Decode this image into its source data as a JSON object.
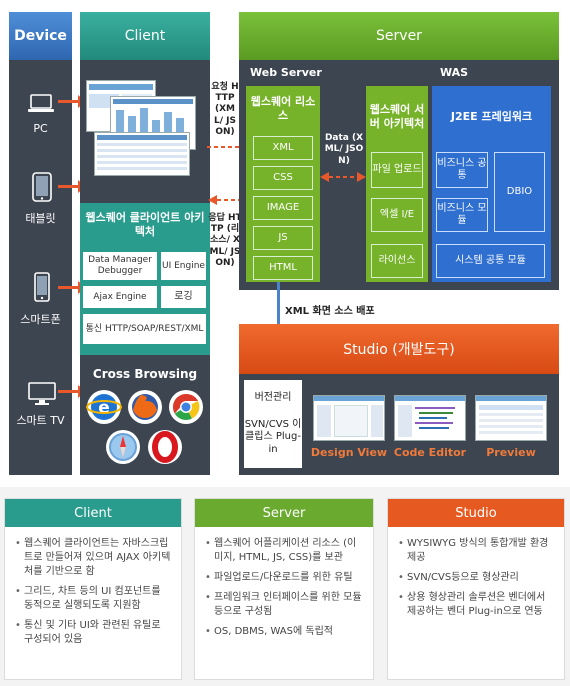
{
  "columns": {
    "device": "Device",
    "client": "Client",
    "server": "Server"
  },
  "devices": [
    "PC",
    "태블릿",
    "스마트폰",
    "스마트 TV"
  ],
  "client": {
    "architecture_title": "웹스퀘어 클라이언트 아키텍처",
    "modules": {
      "dm_debugger": "Data Manager Debugger",
      "ui_engine": "UI Engine",
      "ajax_engine": "Ajax Engine",
      "logging": "로깅",
      "comm": "통신 HTTP/SOAP/REST/XML"
    },
    "cross_browsing": "Cross Browsing"
  },
  "flows": {
    "request": "요청 HTTP (XML/ JSON)",
    "response": "응답 HTTP (리소스/ XML/ JSON)",
    "data": "Data (XML/ JSON)",
    "deploy": "XML 화면 소스 배포"
  },
  "server": {
    "web_server": "Web Server",
    "was": "WAS",
    "resources_title": "웹스퀘어 리소스",
    "resources": [
      "XML",
      "CSS",
      "IMAGE",
      "JS",
      "HTML"
    ],
    "server_arch_title": "웹스퀘어 서버 아키텍처",
    "server_arch_items": [
      "파일 업로드",
      "엑셀 I/E",
      "라이선스"
    ],
    "j2ee_title": "J2EE 프레임워크",
    "j2ee_items": {
      "biz_common": "비즈니스 공통",
      "biz_module": "비즈니스 모듈",
      "dbio": "DBIO",
      "sys_common": "시스템 공통 모듈"
    }
  },
  "studio": {
    "title": "Studio (개발도구)",
    "version_control": "버전관리",
    "vc_detail": "SVN/CVS 이클립스 Plug-in",
    "views": [
      "Design View",
      "Code Editor",
      "Preview"
    ]
  },
  "cards": [
    {
      "title": "Client",
      "items": [
        "웹스퀘어 클라이언트는 자바스크립트로 만들어져 있으며 AJAX 아키텍처를 기반으로 함",
        "그리드, 차트 등의 UI 컴포넌트를 동적으로 실행되도록 지원함",
        "통신 및 기타 UI와 관련된 유틸로 구성되어 있음"
      ]
    },
    {
      "title": "Server",
      "items": [
        "웹스퀘어 어플리케이션 리소스 (이미지, HTML, JS, CSS)를 보관",
        "파일업로드/다운로드를 위한 유틸",
        "프레임워크 인터페이스를 위한 모듈 등으로 구성됨",
        "OS, DBMS, WAS에 독립적"
      ]
    },
    {
      "title": "Studio",
      "items": [
        "WYSIWYG 방식의 통합개발 환경 제공",
        "SVN/CVS등으로 형상관리",
        "상용 형상관리 솔루션은 벤더에서 제공하는 벤더 Plug-in으로 연동"
      ]
    }
  ],
  "colors": {
    "dark_panel": "#3d4550",
    "device_header": "#3f78c2",
    "client_header": "#2a9c8d",
    "server_header": "#6aab2f",
    "web_resource_green": "#77b32a",
    "j2ee_blue": "#2f6fd0",
    "studio_orange": "#e65a22"
  }
}
